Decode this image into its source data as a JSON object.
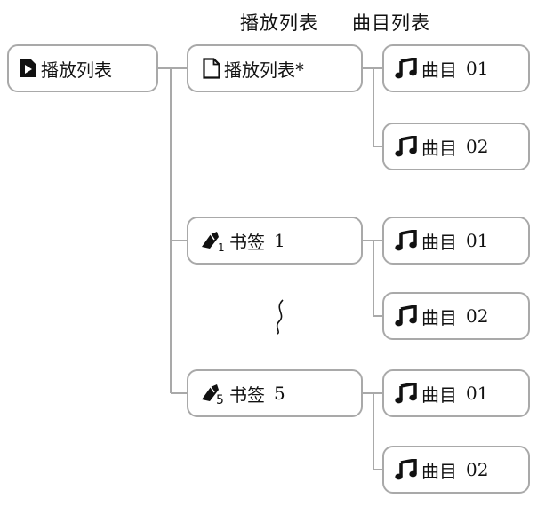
{
  "headers": {
    "playlists": "播放列表",
    "tracks": "曲目列表"
  },
  "root": {
    "label": "播放列表",
    "icon": "play-file-icon"
  },
  "playlist": {
    "label": "播放列表*",
    "icon": "file-icon"
  },
  "bookmark1": {
    "label": "书签",
    "number": "1",
    "icon": "bookmark-1-icon"
  },
  "bookmark5": {
    "label": "书签",
    "number": "5",
    "icon": "bookmark-5-icon"
  },
  "ellipsis": {
    "icon": "wavy-ellipsis-icon"
  },
  "tracks": [
    {
      "label": "曲目",
      "number": "01",
      "icon": "music-note-icon"
    },
    {
      "label": "曲目",
      "number": "02",
      "icon": "music-note-icon"
    },
    {
      "label": "曲目",
      "number": "01",
      "icon": "music-note-icon"
    },
    {
      "label": "曲目",
      "number": "02",
      "icon": "music-note-icon"
    },
    {
      "label": "曲目",
      "number": "01",
      "icon": "music-note-icon"
    },
    {
      "label": "曲目",
      "number": "02",
      "icon": "music-note-icon"
    }
  ]
}
